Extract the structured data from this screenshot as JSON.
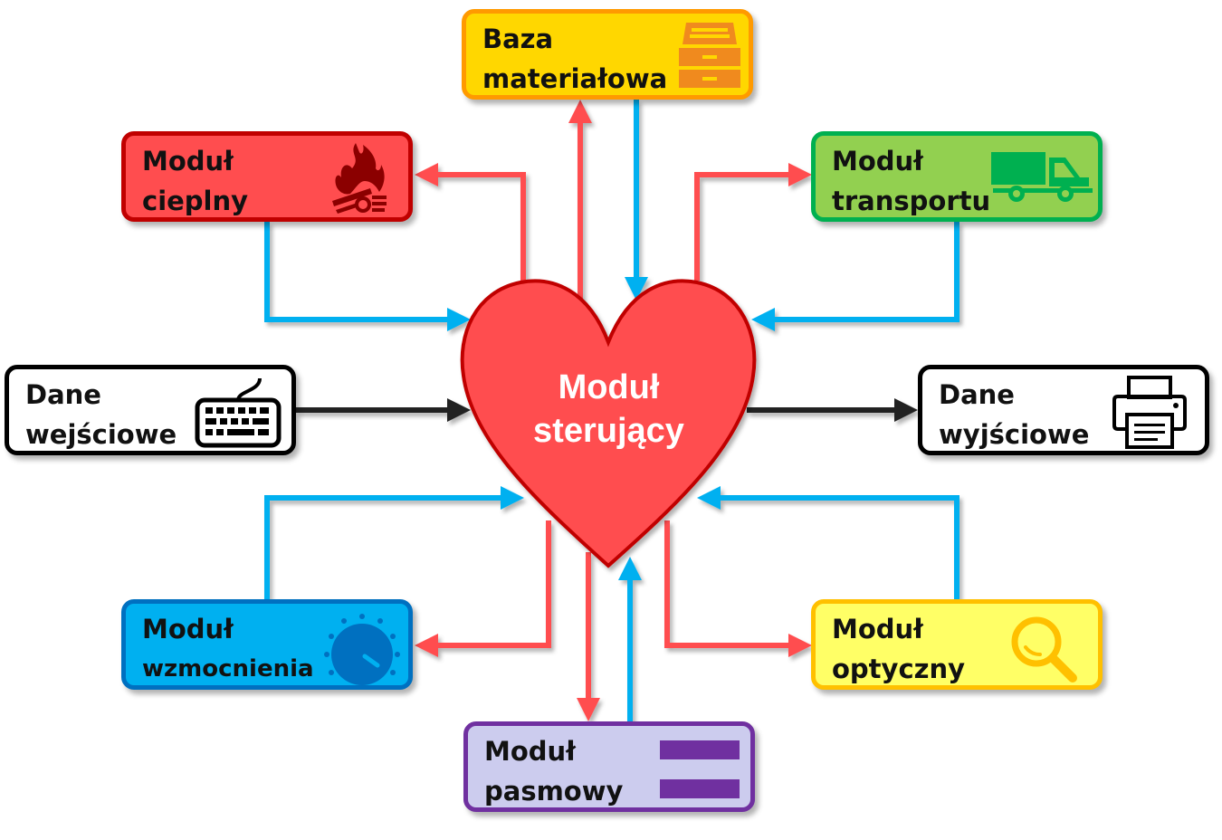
{
  "center": {
    "line1": "Moduł",
    "line2": "sterujący",
    "fill": "#ff4d4f",
    "stroke": "#c00000"
  },
  "nodes": {
    "baza": {
      "line1": "Baza",
      "line2": "materiałowa",
      "icon": "filing-cabinet-icon",
      "fill": "#ffd700",
      "border": "#ff9a00",
      "icon_color": "#f08a1e"
    },
    "cieplny": {
      "line1": "Moduł",
      "line2": "cieplny",
      "icon": "campfire-icon",
      "fill": "#ff4d4f",
      "border": "#c00000",
      "icon_color": "#8b0000"
    },
    "transportu": {
      "line1": "Moduł",
      "line2": "transportu",
      "icon": "truck-icon",
      "fill": "#92d050",
      "border": "#00b050",
      "icon_color": "#00b050"
    },
    "wejsciowe": {
      "line1": "Dane",
      "line2": "wejściowe",
      "icon": "keyboard-icon",
      "fill": "#ffffff",
      "border": "#000000",
      "icon_color": "#000000"
    },
    "wyjsciowe": {
      "line1": "Dane",
      "line2": "wyjściowe",
      "icon": "printer-icon",
      "fill": "#ffffff",
      "border": "#000000",
      "icon_color": "#000000"
    },
    "wzmocnienia": {
      "line1": "Moduł",
      "line2": "wzmocnienia",
      "icon": "knob-dial-icon",
      "fill": "#00b0f0",
      "border": "#0070c0",
      "icon_color": "#0070c0"
    },
    "optyczny": {
      "line1": "Moduł",
      "line2": "optyczny",
      "icon": "magnifier-icon",
      "fill": "#ffff66",
      "border": "#ffc000",
      "icon_color": "#ffc000"
    },
    "pasmowy": {
      "line1": "Moduł",
      "line2": "pasmowy",
      "icon": "bands-icon",
      "fill": "#ccccee",
      "border": "#7030a0",
      "icon_color": "#7030a0"
    }
  },
  "connectors": {
    "output_color": "#ff4d4f",
    "input_color": "#00b0f0",
    "data_color": "#222222"
  }
}
